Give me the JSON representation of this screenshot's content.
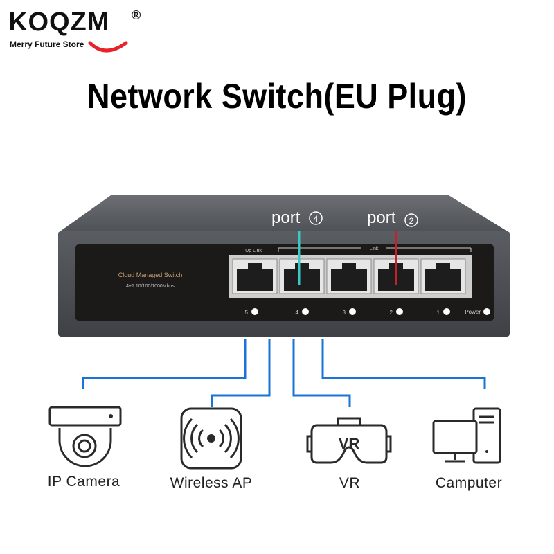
{
  "brand": {
    "name": "KOQZM",
    "registered": "®",
    "tagline": "Merry Future Store",
    "color_accent": "#e8222a"
  },
  "title": "Network Switch(EU Plug)",
  "switch": {
    "product_label": "Cloud Managed Switch",
    "spec_label": "4+1 10/100/1000Mbps",
    "uplink_label": "Up Link",
    "link_label": "Link",
    "port_numbers": [
      "5",
      "4",
      "3",
      "2",
      "1"
    ],
    "power_label": "Power",
    "callouts": [
      {
        "label": "port",
        "number": "4",
        "color": "#3ac9c4"
      },
      {
        "label": "port",
        "number": "2",
        "color": "#c8202a"
      }
    ]
  },
  "devices": [
    {
      "label": "IP Camera",
      "icon": "dome-camera-icon"
    },
    {
      "label": "Wireless AP",
      "icon": "wireless-ap-icon"
    },
    {
      "label": "VR",
      "icon": "vr-headset-icon",
      "icon_text": "VR"
    },
    {
      "label": "Camputer",
      "icon": "computer-icon"
    }
  ],
  "colors": {
    "connector_lines": "#1a73d9",
    "switch_body": "#4a4d52",
    "switch_face": "#1c1a18"
  }
}
